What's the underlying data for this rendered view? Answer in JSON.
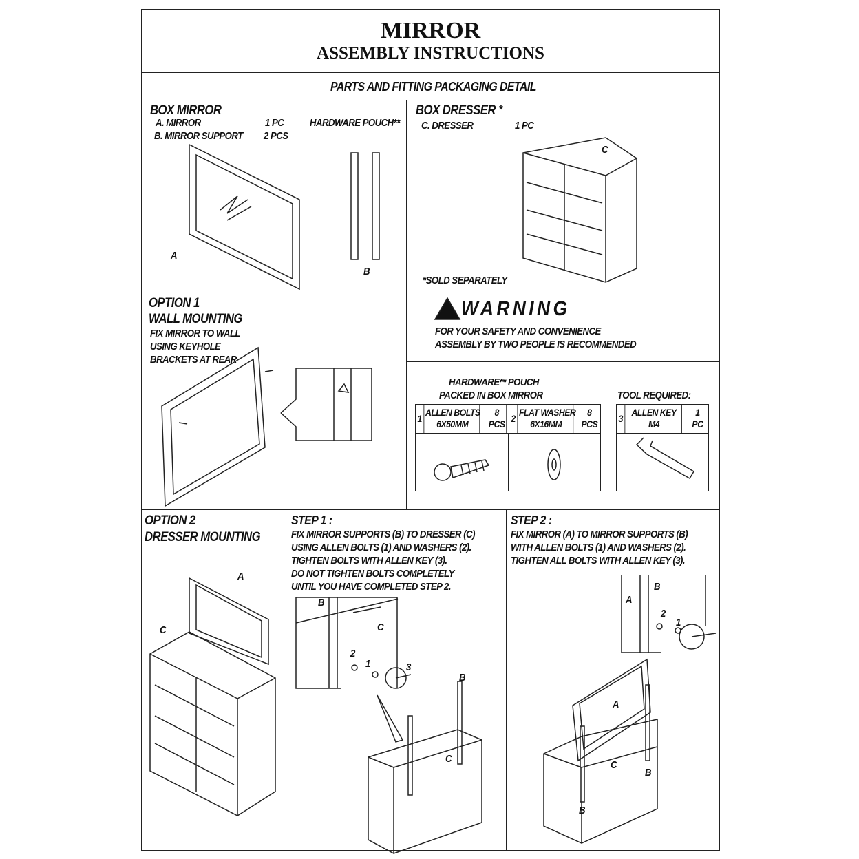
{
  "title": "MIRROR",
  "subtitle": "ASSEMBLY INSTRUCTIONS",
  "section_header": "PARTS AND FITTING PACKAGING DETAIL",
  "box_mirror": {
    "title": "BOX MIRROR",
    "items": [
      {
        "label": "A.  MIRROR",
        "qty": "1 PC"
      },
      {
        "label": "B.  MIRROR SUPPORT",
        "qty": "2 PCS"
      }
    ],
    "pouch": "HARDWARE POUCH**",
    "label_a": "A",
    "label_b": "B"
  },
  "box_dresser": {
    "title": "BOX DRESSER *",
    "item": "C.  DRESSER",
    "qty": "1 PC",
    "label_c": "C",
    "note": "*SOLD SEPARATELY"
  },
  "option1": {
    "title": "OPTION 1",
    "subtitle": "WALL MOUNTING",
    "lines": [
      "FIX MIRROR TO WALL",
      "USING KEYHOLE",
      "BRACKETS AT REAR"
    ]
  },
  "warning": {
    "title": "WARNING",
    "lines": [
      "FOR YOUR SAFETY AND CONVENIENCE",
      "ASSEMBLY BY TWO PEOPLE IS RECOMMENDED"
    ]
  },
  "hardware": {
    "title": [
      "HARDWARE** POUCH",
      "PACKED IN BOX MIRROR"
    ],
    "tool_title": "TOOL REQUIRED:",
    "parts": [
      {
        "num": "1",
        "name": "ALLEN BOLTS",
        "size": "6X50MM",
        "qty": "8",
        "unit": "PCS"
      },
      {
        "num": "2",
        "name": "FLAT WASHER",
        "size": "6X16MM",
        "qty": "8",
        "unit": "PCS"
      },
      {
        "num": "3",
        "name": "ALLEN KEY",
        "size": "M4",
        "qty": "1",
        "unit": "PC"
      }
    ]
  },
  "option2": {
    "title": "OPTION 2",
    "subtitle": "DRESSER MOUNTING",
    "label_a": "A",
    "label_c": "C"
  },
  "step1": {
    "title": "STEP 1 :",
    "lines": [
      "FIX MIRROR SUPPORTS (B)  TO DRESSER (C)",
      "USING ALLEN BOLTS (1)  AND WASHERS (2).",
      "TIGHTEN BOLTS WITH ALLEN KEY (3).",
      "DO NOT TIGHTEN BOLTS COMPLETELY",
      "UNTIL YOU HAVE COMPLETED STEP 2."
    ],
    "labels": {
      "b": "B",
      "c": "C",
      "n1": "1",
      "n2": "2",
      "n3": "3"
    }
  },
  "step2": {
    "title": "STEP 2 :",
    "lines": [
      "FIX MIRROR (A) TO MIRROR SUPPORTS (B)",
      "WITH ALLEN BOLTS (1) AND WASHERS (2).",
      "TIGHTEN ALL BOLTS WITH ALLEN KEY (3)."
    ],
    "labels": {
      "a": "A",
      "b": "B",
      "c": "C",
      "n1": "1",
      "n2": "2"
    }
  }
}
